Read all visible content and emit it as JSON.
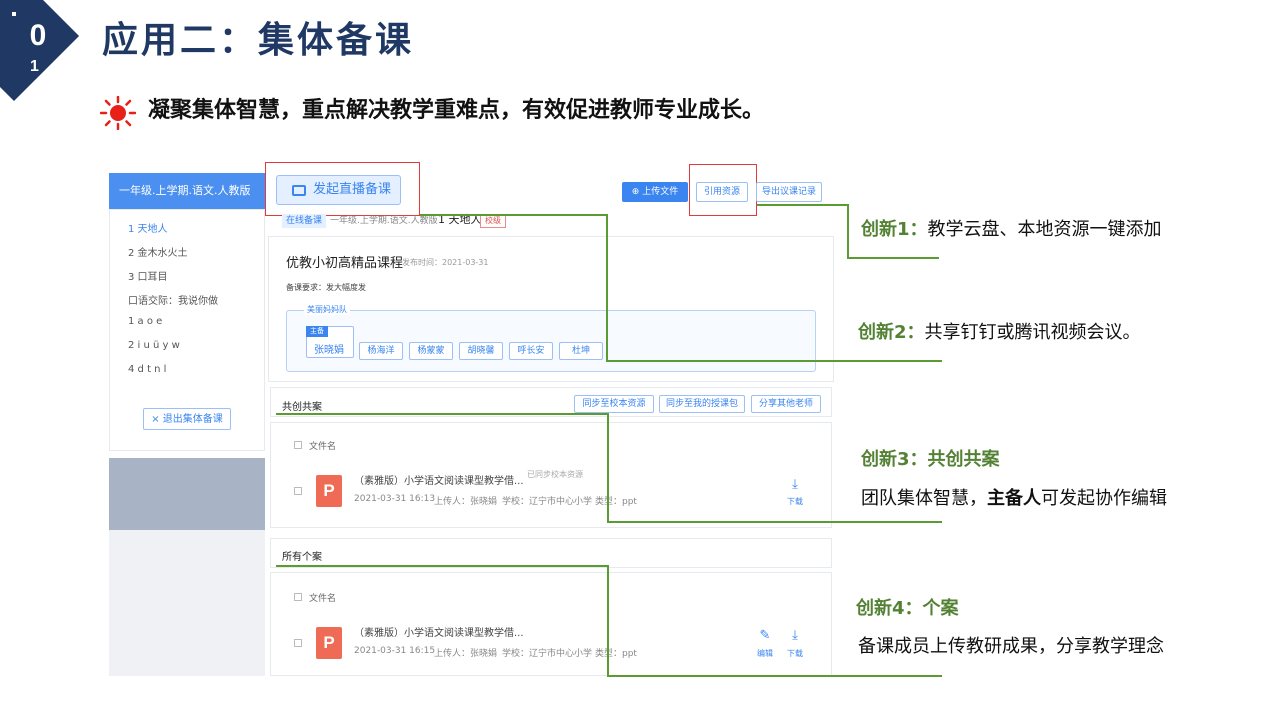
{
  "header": {
    "section_number": "0",
    "section_number_suffix": "1",
    "title": "应用二：集体备课",
    "subtitle": "凝聚集体智慧，重点解决教学重难点，有效促进教师专业成长。"
  },
  "app": {
    "sidebar": {
      "title": "一年级.上学期.语文.人教版",
      "items": [
        "1 天地人",
        "2 金木水火土",
        "3 口耳目",
        "口语交际：我说你做",
        "1 a o e",
        "2 i u ü y w",
        "4 d t n l"
      ],
      "exit_button": "退出集体备课"
    },
    "toolbar": {
      "live_button": "发起直播备课",
      "upload_button": "上传文件",
      "cite_button": "引用资源",
      "export_button": "导出议课记录"
    },
    "info": {
      "tag": "在线备课",
      "path": "一年级.上学期.语文.人教版",
      "lesson": "1 天地人",
      "scope": "校级"
    },
    "course": {
      "title": "优教小初高精品课程",
      "publish_time": "发布时间：2021-03-31",
      "requirement": "备课要求：发大幅度发",
      "team_label": "美丽妈妈队",
      "lead_tag": "主备",
      "lead_name": "张晓娟",
      "members": [
        "杨海洋",
        "杨蒙蒙",
        "胡晓馨",
        "呼长安",
        "杜坤"
      ]
    },
    "shared": {
      "title": "共创共案",
      "buttons": [
        "同步至校本资源",
        "同步至我的授课包",
        "分享其他老师"
      ],
      "col_header": "文件名",
      "file": {
        "icon": "P",
        "name": "（素雅版）小学语文阅读课型教学借...",
        "sync_status": "已同步校本资源",
        "date": "2021-03-31 16:13",
        "uploader": "上传人：张晓娟",
        "school": "学校：辽宁市中心小学",
        "type": "类型：ppt",
        "download": "下载"
      }
    },
    "personal": {
      "title": "所有个案",
      "col_header": "文件名",
      "file": {
        "icon": "P",
        "name": "（素雅版）小学语文阅读课型教学借...",
        "date": "2021-03-31 16:15",
        "uploader": "上传人：张晓娟",
        "school": "学校：辽宁市中心小学",
        "type": "类型：ppt",
        "edit": "编辑",
        "download": "下载"
      }
    }
  },
  "callouts": [
    {
      "head": "创新1：",
      "body": "教学云盘、本地资源一键添加"
    },
    {
      "head": "创新2：",
      "body": "共享钉钉或腾讯视频会议。"
    },
    {
      "head": "创新3：共创共案",
      "body_pre": "团队集体智慧，",
      "body_strong": "主备人",
      "body_post": "可发起协作编辑"
    },
    {
      "head": "创新4：个案",
      "body": "备课成员上传教研成果，分享教学理念"
    }
  ],
  "colors": {
    "title_navy": "#1f3864",
    "accent_blue": "#3a85f0",
    "callout_green": "#548235",
    "line_green": "#5a9c32",
    "highlight_red": "#e0393e",
    "sun_red": "#e8201a"
  }
}
